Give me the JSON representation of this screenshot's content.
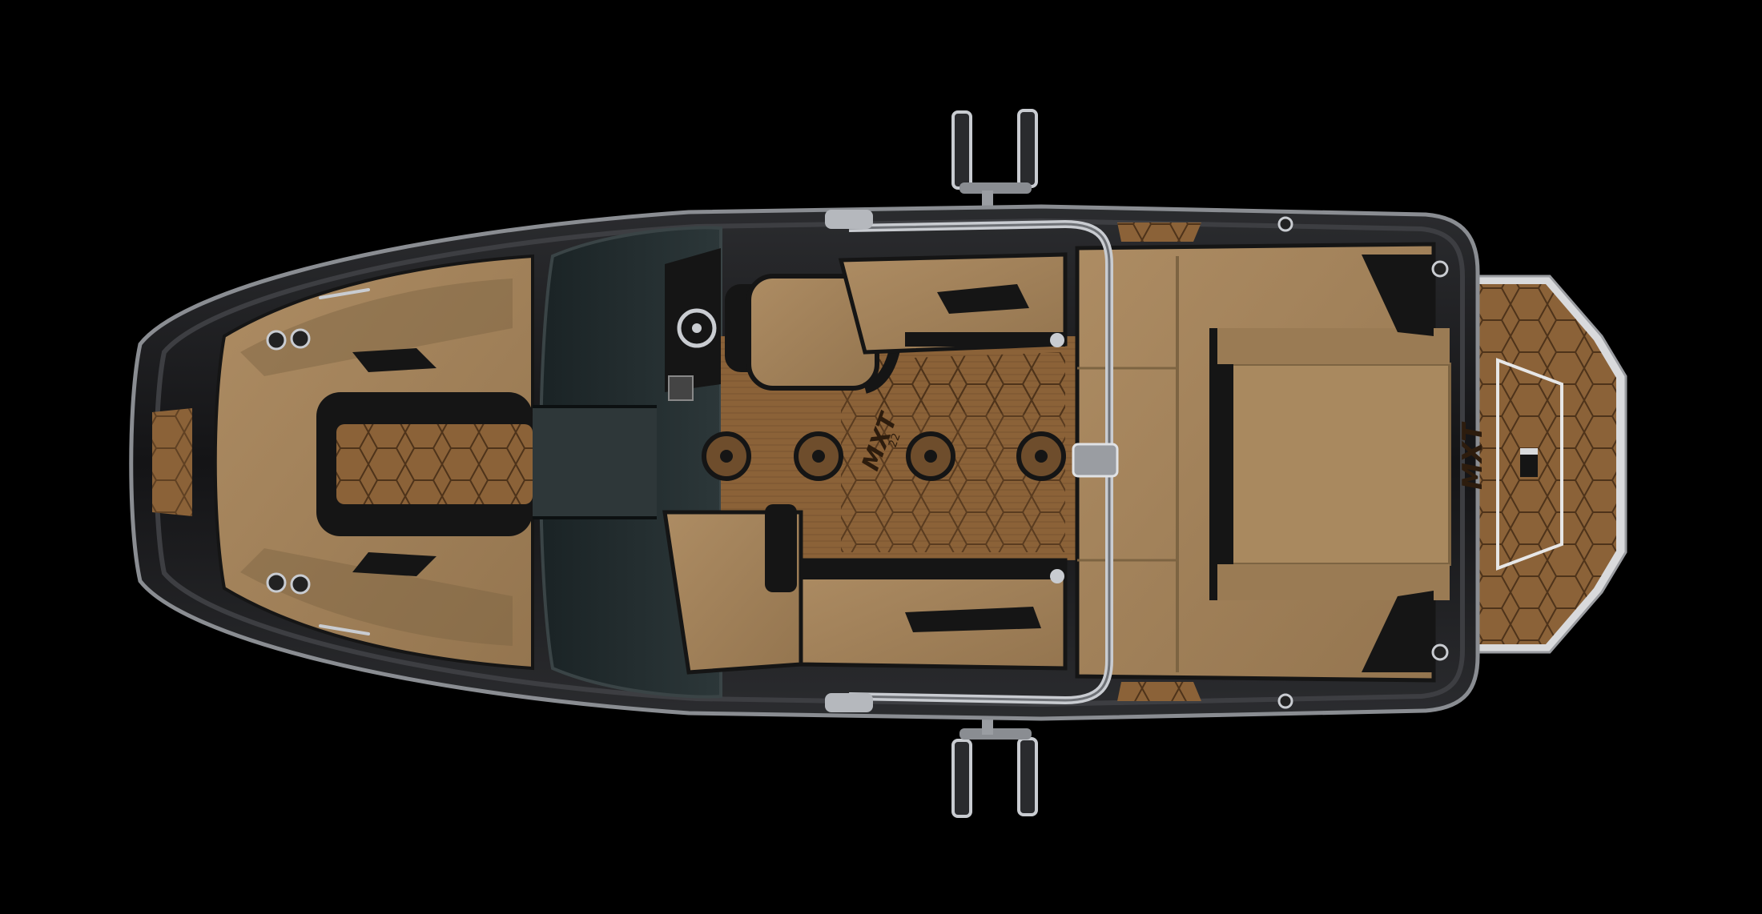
{
  "image": {
    "subject": "wakeboard-boat",
    "view": "top-down",
    "background_color": "#000000"
  },
  "branding": {
    "deck_logo": "MXT",
    "deck_logo_sub": "22",
    "swim_platform_logo": "MXT"
  },
  "colors": {
    "hull": "#1c1c1e",
    "hull_edge": "#8a8d92",
    "upholstery": "#a3835c",
    "upholstery_shadow": "#7d6442",
    "accent_black": "#151515",
    "teak_deck": "#8b6238",
    "teak_pattern": "#5a3b1f",
    "windshield": "#202a2c",
    "chrome": "#c9ccd1"
  },
  "icons": {
    "cupholder": "cupholder-icon",
    "speaker": "speaker-icon",
    "steering_wheel": "steering-wheel-icon",
    "tower": "wake-tower-icon"
  }
}
